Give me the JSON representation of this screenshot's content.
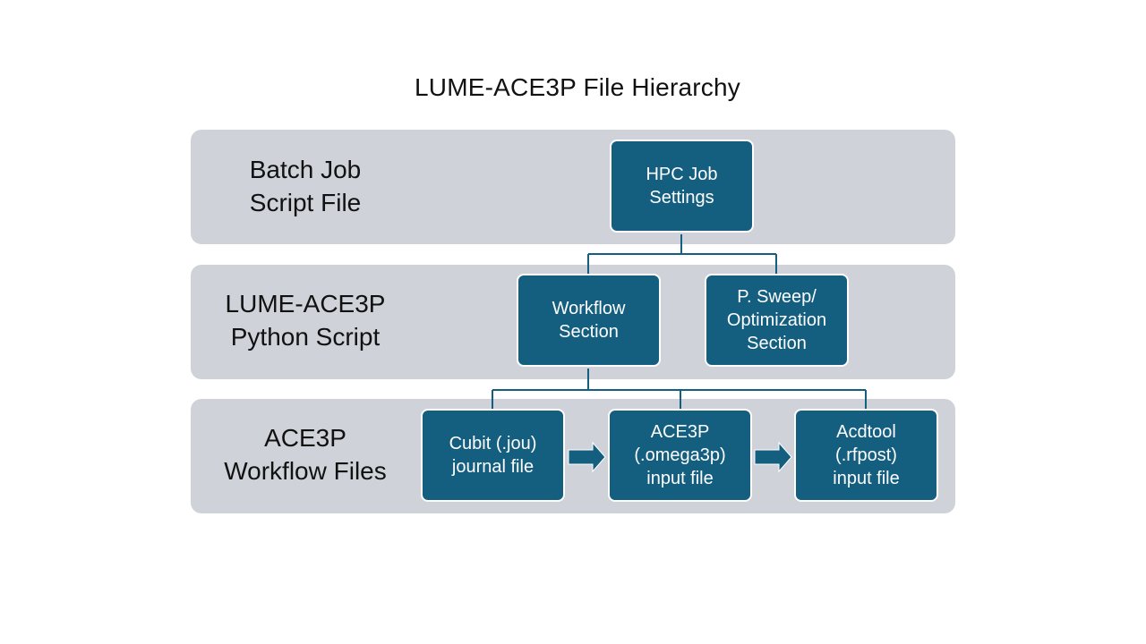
{
  "diagram": {
    "title": "LUME-ACE3P  File Hierarchy",
    "colors": {
      "band_fill": "#cfd3d9",
      "node_fill": "#145e80",
      "node_text": "#ffffff",
      "connector": "#145e80"
    },
    "bands": [
      {
        "label": "Batch Job\nScript File"
      },
      {
        "label": "LUME-ACE3P\nPython Script"
      },
      {
        "label": "ACE3P\nWorkflow Files"
      }
    ],
    "nodes": {
      "hpc_job_settings": "HPC Job\nSettings",
      "workflow_section": "Workflow\nSection",
      "sweep_section": "P. Sweep/\nOptimization\nSection",
      "cubit_file": "Cubit (.jou)\njournal file",
      "ace3p_file": "ACE3P\n(.omega3p)\ninput file",
      "acdtool_file": "Acdtool\n(.rfpost)\ninput file"
    },
    "edges": [
      {
        "from": "HPC Job Settings",
        "to": "Workflow Section",
        "type": "hierarchy"
      },
      {
        "from": "HPC Job Settings",
        "to": "P. Sweep/Optimization Section",
        "type": "hierarchy"
      },
      {
        "from": "Workflow Section",
        "to": "Cubit (.jou) journal file",
        "type": "hierarchy"
      },
      {
        "from": "Workflow Section",
        "to": "ACE3P (.omega3p) input file",
        "type": "hierarchy"
      },
      {
        "from": "Workflow Section",
        "to": "Acdtool (.rfpost) input file",
        "type": "hierarchy"
      },
      {
        "from": "Cubit (.jou) journal file",
        "to": "ACE3P (.omega3p) input file",
        "type": "flow-arrow"
      },
      {
        "from": "ACE3P (.omega3p) input file",
        "to": "Acdtool (.rfpost) input file",
        "type": "flow-arrow"
      }
    ]
  }
}
